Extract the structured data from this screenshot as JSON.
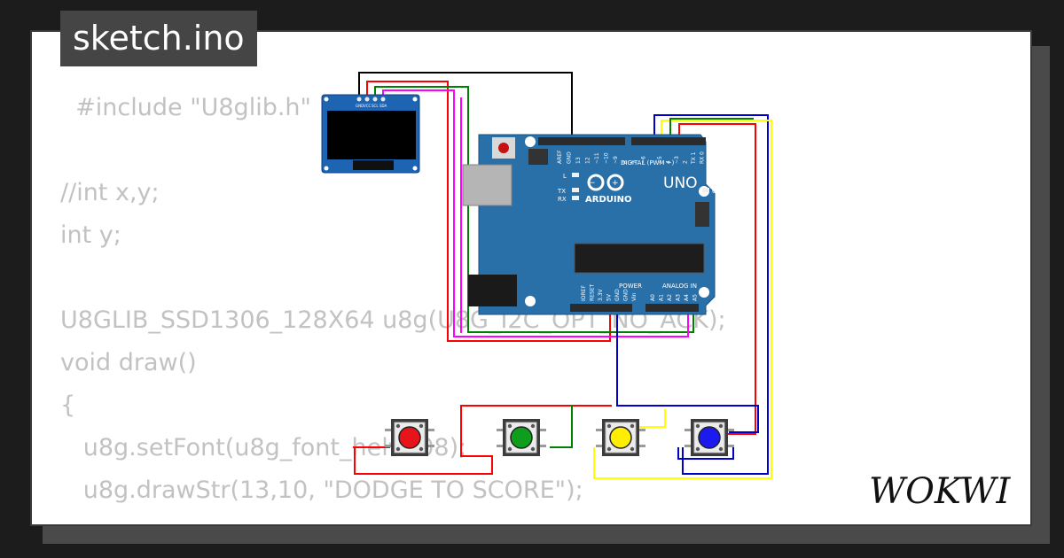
{
  "file": {
    "name": "sketch.ino"
  },
  "code_lines": [
    "  #include \"U8glib.h\"",
    "",
    "//int x,y;",
    "int y;",
    "",
    "U8GLIB_SSD1306_128X64 u8g(U8G_I2C_OPT_NO_ACK);",
    "void draw()",
    "{",
    "   u8g.setFont(u8g_font_helvB08);",
    "   u8g.drawStr(13,10, \"DODGE TO SCORE\");"
  ],
  "oled": {
    "pins": [
      "GND",
      "VCC",
      "SCL",
      "SDA"
    ]
  },
  "arduino": {
    "model": "UNO",
    "brand": "ARDUINO",
    "digital_label": "DIGITAL (PWM ~)",
    "power_label": "POWER",
    "analog_label": "ANALOG IN",
    "top_pins": [
      "AREF",
      "GND",
      "13",
      "12",
      "~11",
      "~10",
      "~9",
      "8",
      "7",
      "~6",
      "~5",
      "4",
      "~3",
      "2",
      "TX 1",
      "RX 0"
    ],
    "bottom_pins": [
      "IOREF",
      "RESET",
      "3.3V",
      "5V",
      "GND",
      "GND",
      "Vin",
      "A0",
      "A1",
      "A2",
      "A3",
      "A4",
      "A5"
    ],
    "led_labels": [
      "L",
      "TX",
      "RX"
    ],
    "on_label": "ON"
  },
  "buttons": [
    {
      "name": "red",
      "color": "#e8141b"
    },
    {
      "name": "green",
      "color": "#0f9d1d"
    },
    {
      "name": "yellow",
      "color": "#ffee00"
    },
    {
      "name": "blue",
      "color": "#1b1bf0"
    }
  ],
  "wire_colors": {
    "black": "#000000",
    "red": "#ff0000",
    "green": "#008000",
    "magenta": "#ff00ff",
    "yellow": "#ffff00",
    "blue": "#0000cc"
  },
  "brand_logo": "WOKWI"
}
